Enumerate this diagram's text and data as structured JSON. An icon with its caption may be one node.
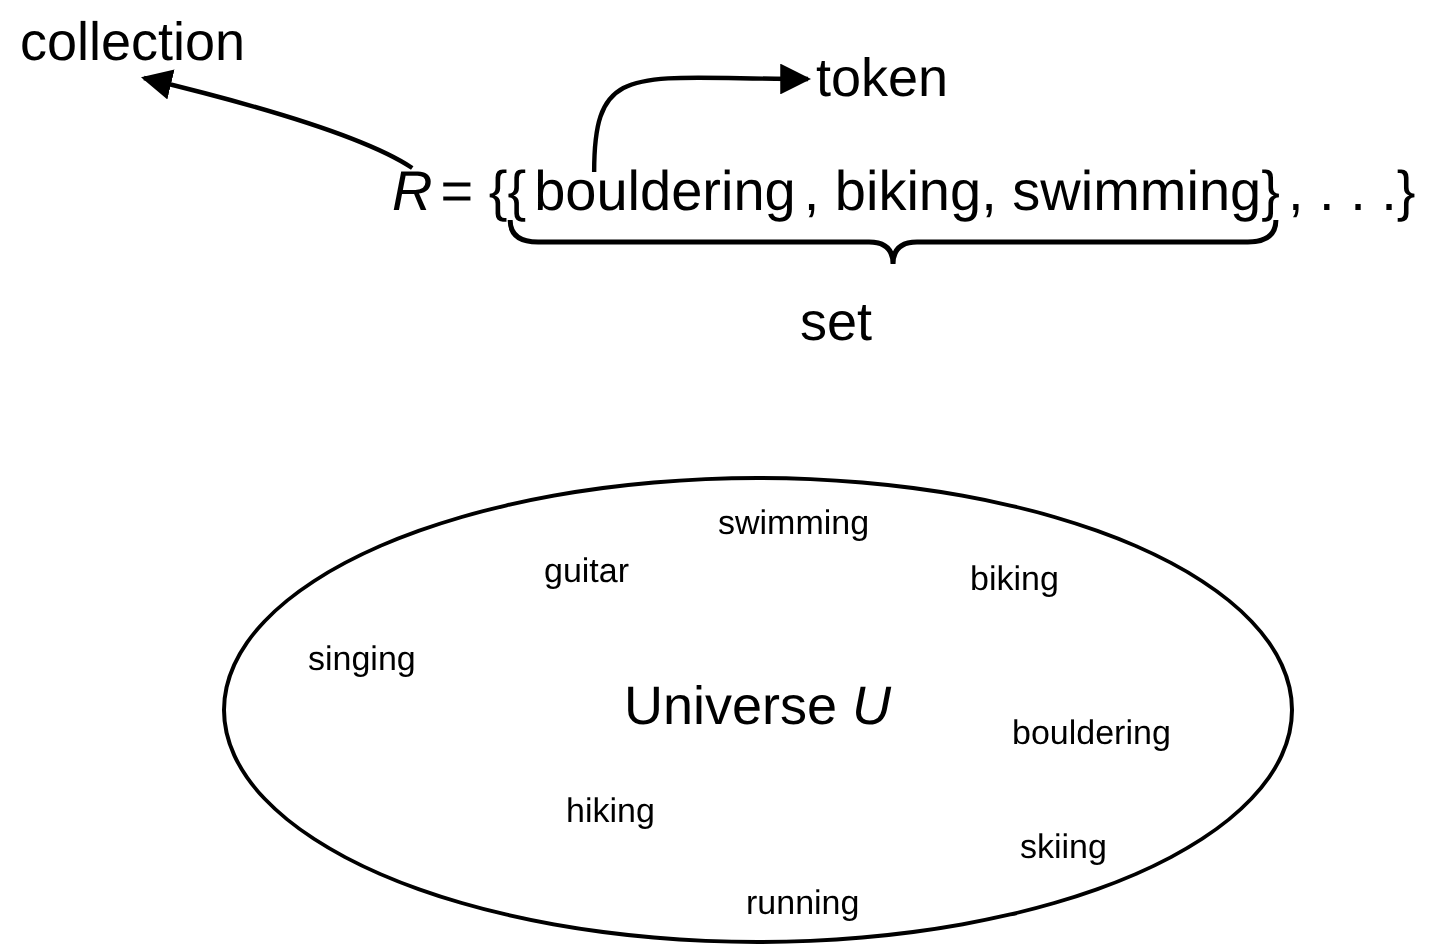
{
  "diagram": {
    "nodes": [
      {
        "text": [
          "collection"
        ]
      },
      {
        "text": [
          "R"
        ]
      },
      {
        "text": [
          "bouldering"
        ]
      },
      {
        "text": [
          "token"
        ]
      },
      {
        "text": [
          "Universe *U*"
        ]
      }
    ],
    "edges": [
      {
        "from": 1,
        "to": 0,
        "arrow": "to"
      },
      {
        "from": 2,
        "to": 3,
        "arrow": "to"
      }
    ],
    "labels": [
      "= {{",
      ", biking, swimming}",
      ", . . .}",
      "set",
      "swimming",
      "guitar",
      "biking",
      "singing",
      "bouldering",
      "hiking",
      "skiing",
      "running"
    ]
  }
}
